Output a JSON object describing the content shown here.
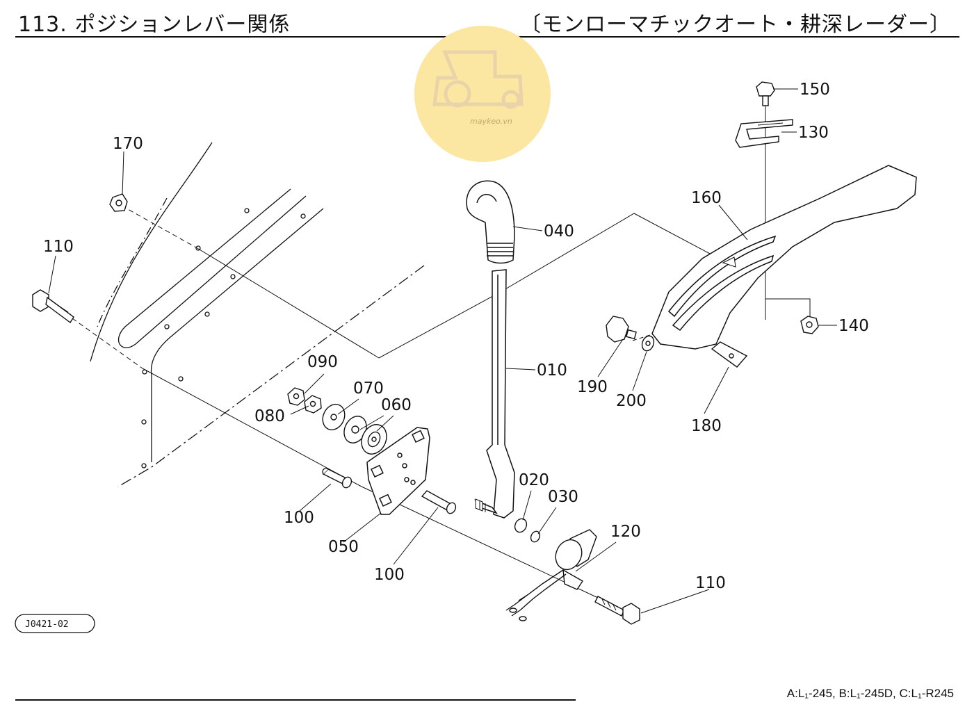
{
  "header": {
    "title": "113. ポジションレバー関係",
    "subtitle": "〔モンローマチックオート・耕深レーダー〕"
  },
  "watermark": {
    "text": "maykeo.vn",
    "color": "#fbe7a1"
  },
  "figure_ref": "J0421-02",
  "footer": {
    "model_note": "A:L₁-245, B:L₁-245D, C:L₁-R245"
  },
  "parts": {
    "p010": "010",
    "p020": "020",
    "p030": "030",
    "p040": "040",
    "p050": "050",
    "p060": "060",
    "p070": "070",
    "p080": "080",
    "p090": "090",
    "p100a": "100",
    "p100b": "100",
    "p110a": "110",
    "p110b": "110",
    "p120": "120",
    "p130": "130",
    "p140": "140",
    "p150": "150",
    "p160": "160",
    "p170": "170",
    "p180": "180",
    "p190": "190",
    "p200": "200"
  }
}
